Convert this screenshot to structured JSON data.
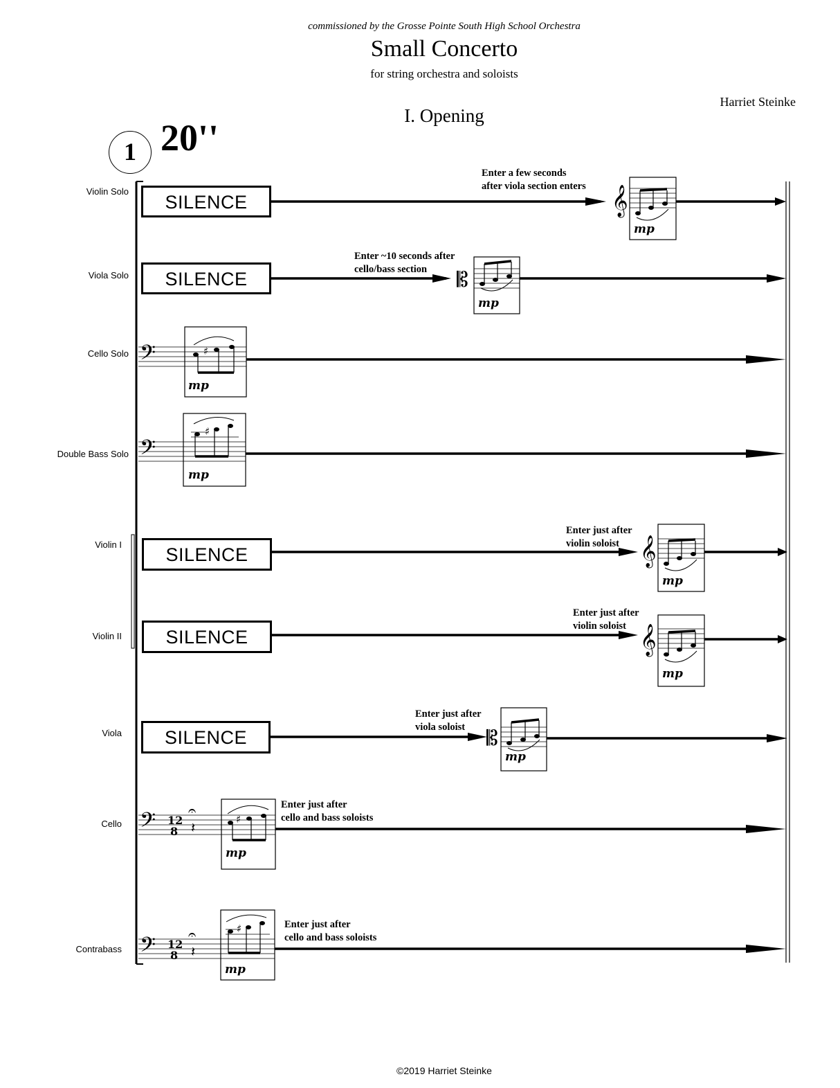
{
  "header": {
    "commission": "commissioned by the Grosse Pointe South High School Orchestra",
    "title": "Small Concerto",
    "subtitle": "for string orchestra and soloists",
    "composer": "Harriet Steinke",
    "movement": "I. Opening"
  },
  "rehearsal": {
    "mark": "1",
    "timing": "20''"
  },
  "silence_label": "SILENCE",
  "dynamic": "mp",
  "staves": [
    {
      "name": "Violin Solo",
      "clef": "treble",
      "silence": true,
      "instruction": "Enter a few seconds\nafter viola section enters"
    },
    {
      "name": "Viola Solo",
      "clef": "alto",
      "silence": true,
      "instruction": "Enter ~10 seconds after\ncello/bass section"
    },
    {
      "name": "Cello Solo",
      "clef": "bass",
      "silence": false,
      "instruction": ""
    },
    {
      "name": "Double Bass Solo",
      "clef": "bass",
      "silence": false,
      "instruction": ""
    },
    {
      "name": "Violin I",
      "clef": "treble",
      "silence": true,
      "instruction": "Enter just after\nviolin soloist"
    },
    {
      "name": "Violin II",
      "clef": "treble",
      "silence": true,
      "instruction": "Enter just after\nviolin soloist"
    },
    {
      "name": "Viola",
      "clef": "alto",
      "silence": true,
      "instruction": "Enter just after\nviola soloist"
    },
    {
      "name": "Cello",
      "clef": "bass",
      "silence": false,
      "time_signature": "12/8",
      "instruction": "Enter just after\ncello and bass soloists"
    },
    {
      "name": "Contrabass",
      "clef": "bass",
      "silence": false,
      "time_signature": "12/8",
      "instruction": "Enter just after\ncello and bass soloists"
    }
  ],
  "footer": {
    "copyright": "©2019 Harriet Steinke"
  }
}
